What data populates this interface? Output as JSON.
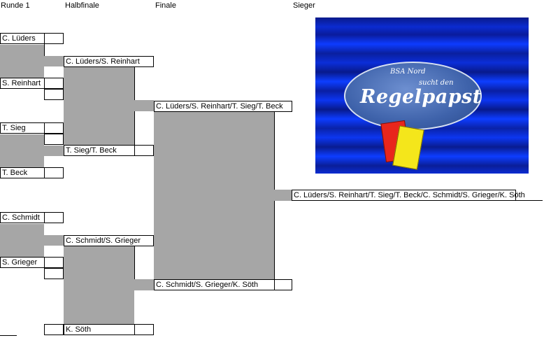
{
  "headers": {
    "round1": "Runde 1",
    "semifinal": "Halbfinale",
    "final": "Finale",
    "winner": "Sieger"
  },
  "round1": [
    "C. Lüders",
    "S. Reinhart",
    "T. Sieg",
    "T. Beck",
    "C. Schmidt",
    "S. Grieger"
  ],
  "semifinal": [
    "C. Lüders/S. Reinhart",
    "T. Sieg/T. Beck",
    "C. Schmidt/S. Grieger",
    "K. Söth"
  ],
  "final": [
    "C. Lüders/S. Reinhart/T. Sieg/T. Beck",
    "C. Schmidt/S. Grieger/K. Söth"
  ],
  "winner": "C. Lüders/S. Reinhart/T. Sieg/T. Beck/C. Schmidt/S. Grieger/K. Söth",
  "logo": {
    "line1": "BSA Nord",
    "line2": "sucht den",
    "title": "Regelpapst",
    "colors": {
      "background": "#0b2bd0",
      "ellipse": "#3e62aa",
      "red_card": "#e8261c",
      "yellow_card": "#f4e61b"
    }
  },
  "colors": {
    "match_fill": "#a6a6a6",
    "border": "#000000"
  }
}
